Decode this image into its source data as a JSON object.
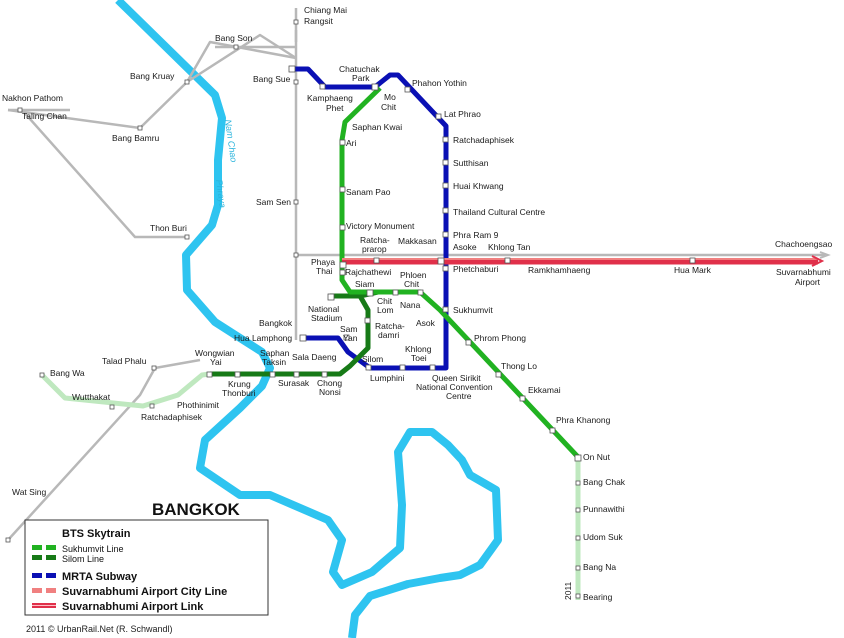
{
  "title": "BANGKOK",
  "river_name": [
    "Nam Chao",
    "Phraya"
  ],
  "credit": "2011 © UrbanRail.Net (R. Schwandl)",
  "under_construction_year": "2011",
  "colors": {
    "river": "#2ec4f0",
    "rail": "#b8b8b8",
    "sukhumvit": "#21b221",
    "silom": "#177a17",
    "sukhumvit_extension": "#bfe8bf",
    "subway": "#0a10b4",
    "airport_city_line": "#f08080",
    "airport_link": "#e0304a"
  },
  "legend": {
    "bts_heading": "BTS Skytrain",
    "sukhumvit_line": "Sukhumvit Line",
    "silom_line": "Silom Line",
    "subway": "MRTA Subway",
    "airport_city_line": "Suvarnabhumi Airport City Line",
    "airport_link": "Suvarnabhumi Airport Link"
  },
  "labels": {
    "bang_son": "Bang Son",
    "chiang_mai": "Chiang Mai",
    "rangsit": "Rangsit",
    "bang_kruay": "Bang Kruay",
    "nakhon_pathom": "Nakhon Pathom",
    "taling_chan": "Taling Chan",
    "bang_bamru": "Bang Bamru",
    "thon_buri": "Thon Buri",
    "sam_sen": "Sam Sen",
    "bang_sue": "Bang Sue",
    "chatuchak_park": [
      "Chatuchak",
      "Park"
    ],
    "kamphaeng_phet": [
      "Kamphaeng",
      "Phet"
    ],
    "mo_chit": [
      "Mo",
      "Chit"
    ],
    "phahon_yothin": "Phahon Yothin",
    "lat_phrao": "Lat Phrao",
    "saphan_kwai": "Saphan Kwai",
    "ari": "Ari",
    "ratchadaphisek": "Ratchadaphisek",
    "sutthisan": "Sutthisan",
    "sanam_pao": "Sanam Pao",
    "huai_khwang": "Huai Khwang",
    "thailand_cultural_centre": "Thailand Cultural Centre",
    "victory_monument": "Victory Monument",
    "phra_ram_9": "Phra Ram 9",
    "ratchaprarop": [
      "Ratcha-",
      "prarop"
    ],
    "makkasan": "Makkasan",
    "asoke": "Asoke",
    "khlong_tan": "Khlong Tan",
    "chachoengsao": "Chachoengsao",
    "phaya_thai": [
      "Phaya",
      "Thai"
    ],
    "rajchathewi": "Rajchathewi",
    "siam": "Siam",
    "phloen_chit": [
      "Phloen",
      "Chit"
    ],
    "phetchaburi": "Phetchaburi",
    "ramkhamhaeng": "Ramkhamhaeng",
    "hua_mark": "Hua Mark",
    "suvarnabhumi_airport": [
      "Suvarnabhumi",
      "Airport"
    ],
    "chit_lom": [
      "Chit",
      "Lom"
    ],
    "nana": "Nana",
    "national_stadium": [
      "National",
      "Stadium"
    ],
    "sukhumvit": "Sukhumvit",
    "ratchadamri": [
      "Ratcha-",
      "damri"
    ],
    "bangkok": "Bangkok",
    "asok": "Asok",
    "sam_yan": [
      "Sam",
      "Yan"
    ],
    "hua_lamphong": "Hua Lamphong",
    "phrom_phong": "Phrom Phong",
    "wongwian_yai": [
      "Wongwian",
      "Yai"
    ],
    "saphan_taksin": [
      "Saphan",
      "Taksin"
    ],
    "sala_daeng": "Sala Daeng",
    "silom": "Silom",
    "khlong_toei": [
      "Khlong",
      "Toei"
    ],
    "talad_phalu": "Talad Phalu",
    "thong_lo": "Thong Lo",
    "bang_wa": "Bang Wa",
    "krung_thonburi": [
      "Krung",
      "Thonburi"
    ],
    "surasak": "Surasak",
    "chong_nonsi": [
      "Chong",
      "Nonsi"
    ],
    "lumphini": "Lumphini",
    "qsncc": [
      "Queen Sirikit",
      "National Convention",
      "Centre"
    ],
    "ekkamai": "Ekkamai",
    "wutthakat": "Wutthakat",
    "phothinimit": "Phothinimit",
    "ratchadaphisek_sw": "Ratchadaphisek",
    "phra_khanong": "Phra Khanong",
    "on_nut": "On Nut",
    "bang_chak": "Bang Chak",
    "punnawithi": "Punnawithi",
    "udom_suk": "Udom Suk",
    "bang_na": "Bang Na",
    "bearing": "Bearing",
    "wat_sing": "Wat Sing"
  }
}
